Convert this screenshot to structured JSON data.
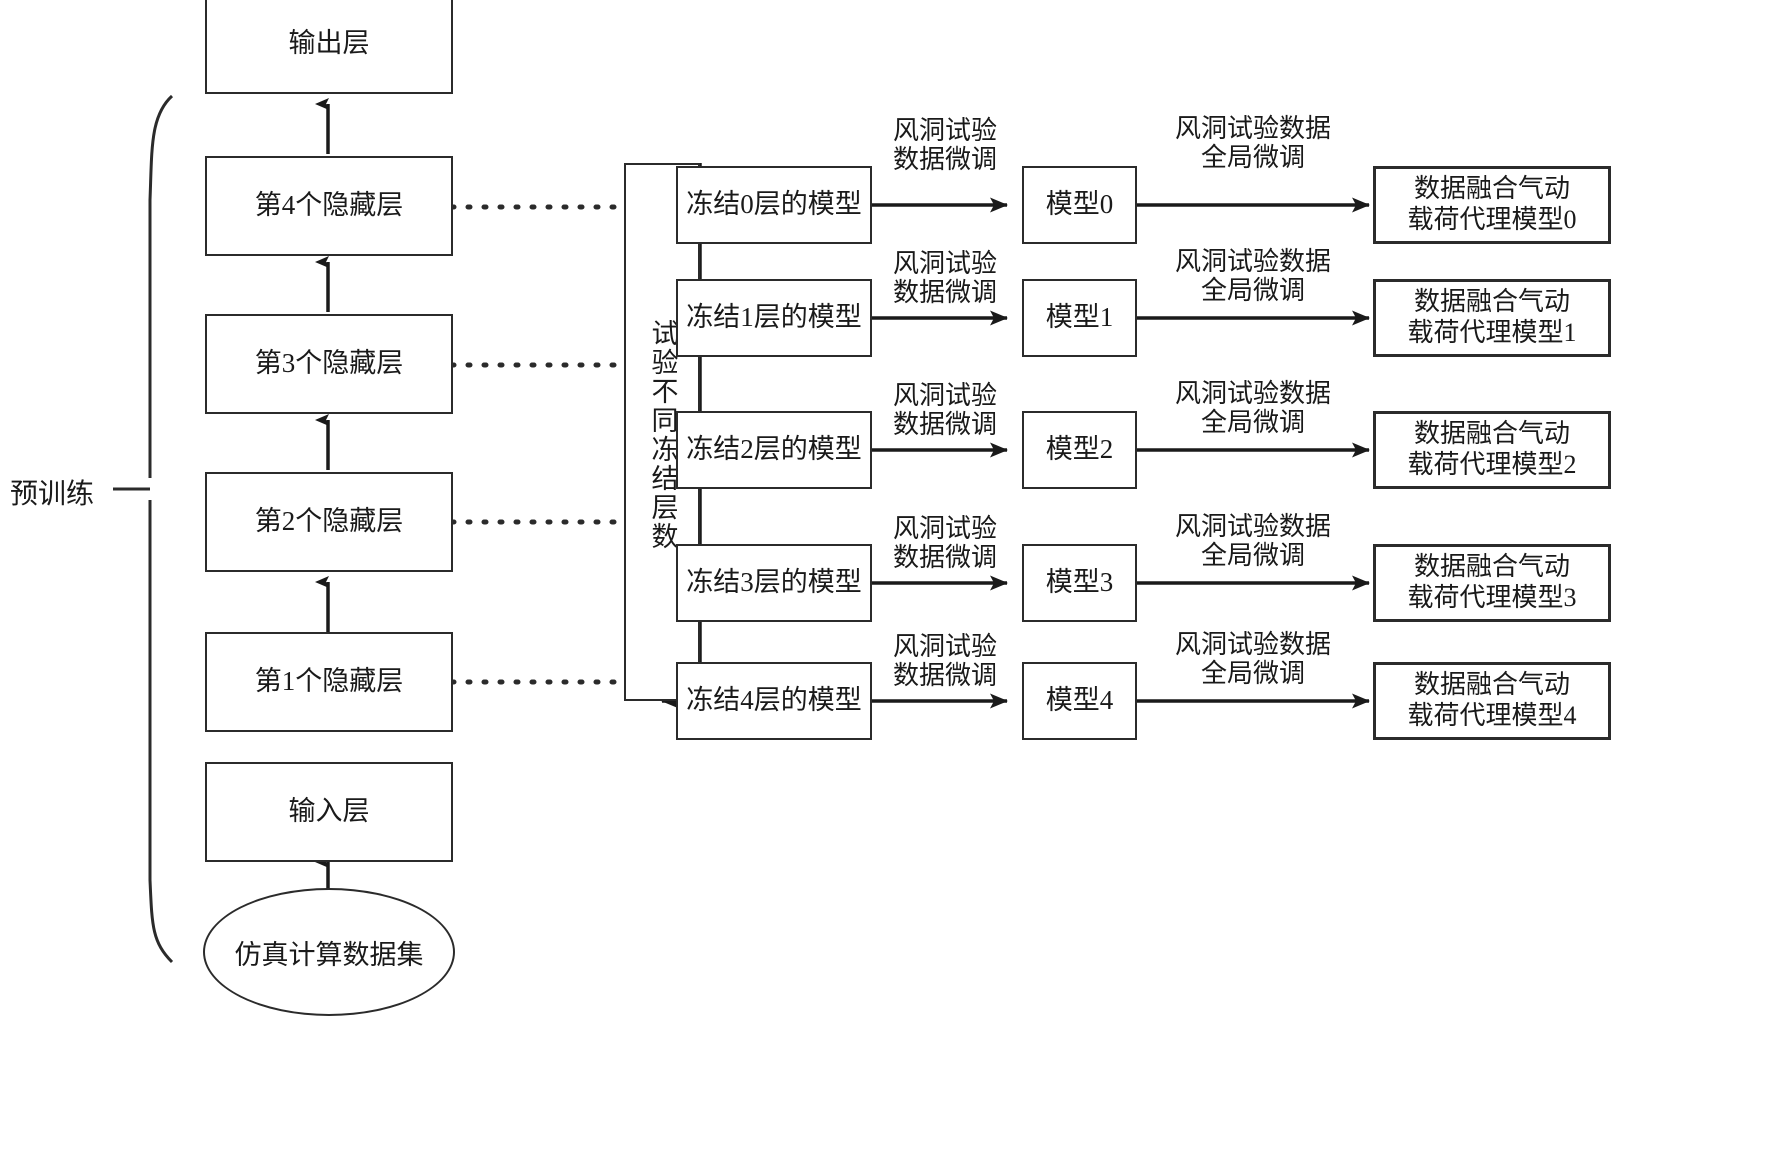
{
  "figure": {
    "pretrain_label": "预训练",
    "network": {
      "output_layer": "输出层",
      "hidden_layers": [
        "第4个隐藏层",
        "第3个隐藏层",
        "第2个隐藏层",
        "第1个隐藏层"
      ],
      "input_layer": "输入层",
      "dataset": "仿真计算数据集"
    },
    "selector_box": "试验不同冻结层数",
    "rows": [
      {
        "frozen_model": "冻结0层的模型",
        "finetune_label": "风洞试验\n数据微调",
        "model": "模型0",
        "global_finetune_label": "风洞试验数据\n全局微调",
        "final_model": "数据融合气动\n载荷代理模型0"
      },
      {
        "frozen_model": "冻结1层的模型",
        "finetune_label": "风洞试验\n数据微调",
        "model": "模型1",
        "global_finetune_label": "风洞试验数据\n全局微调",
        "final_model": "数据融合气动\n载荷代理模型1"
      },
      {
        "frozen_model": "冻结2层的模型",
        "finetune_label": "风洞试验\n数据微调",
        "model": "模型2",
        "global_finetune_label": "风洞试验数据\n全局微调",
        "final_model": "数据融合气动\n载荷代理模型2"
      },
      {
        "frozen_model": "冻结3层的模型",
        "finetune_label": "风洞试验\n数据微调",
        "model": "模型3",
        "global_finetune_label": "风洞试验数据\n全局微调",
        "final_model": "数据融合气动\n载荷代理模型3"
      },
      {
        "frozen_model": "冻结4层的模型",
        "finetune_label": "风洞试验\n数据微调",
        "model": "模型4",
        "global_finetune_label": "风洞试验数据\n全局微调",
        "final_model": "数据融合气动\n载荷代理模型4"
      }
    ],
    "colors": {
      "stroke": "#2b2b2b",
      "text": "#1a1a1a",
      "background": "#ffffff"
    }
  }
}
